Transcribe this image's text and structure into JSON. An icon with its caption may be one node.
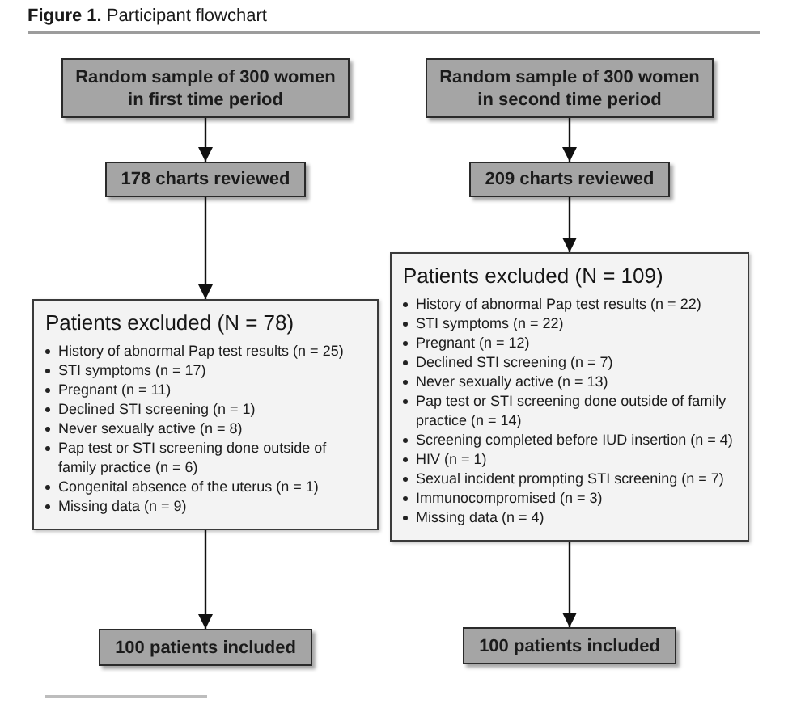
{
  "diagram": {
    "title": "**Figure 1.** Participant flowchart",
    "nodes": [
      {
        "text": [
          "Random sample of 300 women in first time period"
        ]
      },
      {
        "text": [
          "178 charts reviewed"
        ]
      },
      {
        "text": [
          "Patients excluded (N = 78)",
          "History of abnormal Pap test results (n = 25)",
          "STI symptoms (n = 17)",
          "Pregnant (n = 11)",
          "Declined STI screening (n = 1)",
          "Never sexually active (n = 8)",
          "Pap test or STI screening done outside of family practice (n = 6)",
          "Congenital absence of the uterus (n = 1)",
          "Missing data (n = 9)"
        ]
      },
      {
        "text": [
          "100 patients included"
        ]
      },
      {
        "text": [
          "Random sample of 300 women in second time period"
        ]
      },
      {
        "text": [
          "209 charts reviewed"
        ]
      },
      {
        "text": [
          "Patients excluded (N = 109)",
          "History of abnormal Pap test results (n = 22)",
          "STI symptoms (n = 22)",
          "Pregnant (n = 12)",
          "Declined STI screening (n = 7)",
          "Never sexually active (n = 13)",
          "Pap test or STI screening done outside of family practice (n = 14)",
          "Screening completed before IUD insertion (n = 4)",
          "HIV (n = 1)",
          "Sexual incident prompting STI screening (n = 7)",
          "Immunocompromised (n = 3)",
          "Missing data (n = 4)"
        ]
      },
      {
        "text": [
          "100 patients included"
        ]
      }
    ],
    "edges": [
      {
        "from": 0,
        "to": 1,
        "arrow": "to"
      },
      {
        "from": 1,
        "to": 2,
        "arrow": "to"
      },
      {
        "from": 2,
        "to": 3,
        "arrow": "to"
      },
      {
        "from": 4,
        "to": 5,
        "arrow": "to"
      },
      {
        "from": 5,
        "to": 6,
        "arrow": "to"
      },
      {
        "from": 6,
        "to": 7,
        "arrow": "to"
      }
    ]
  }
}
